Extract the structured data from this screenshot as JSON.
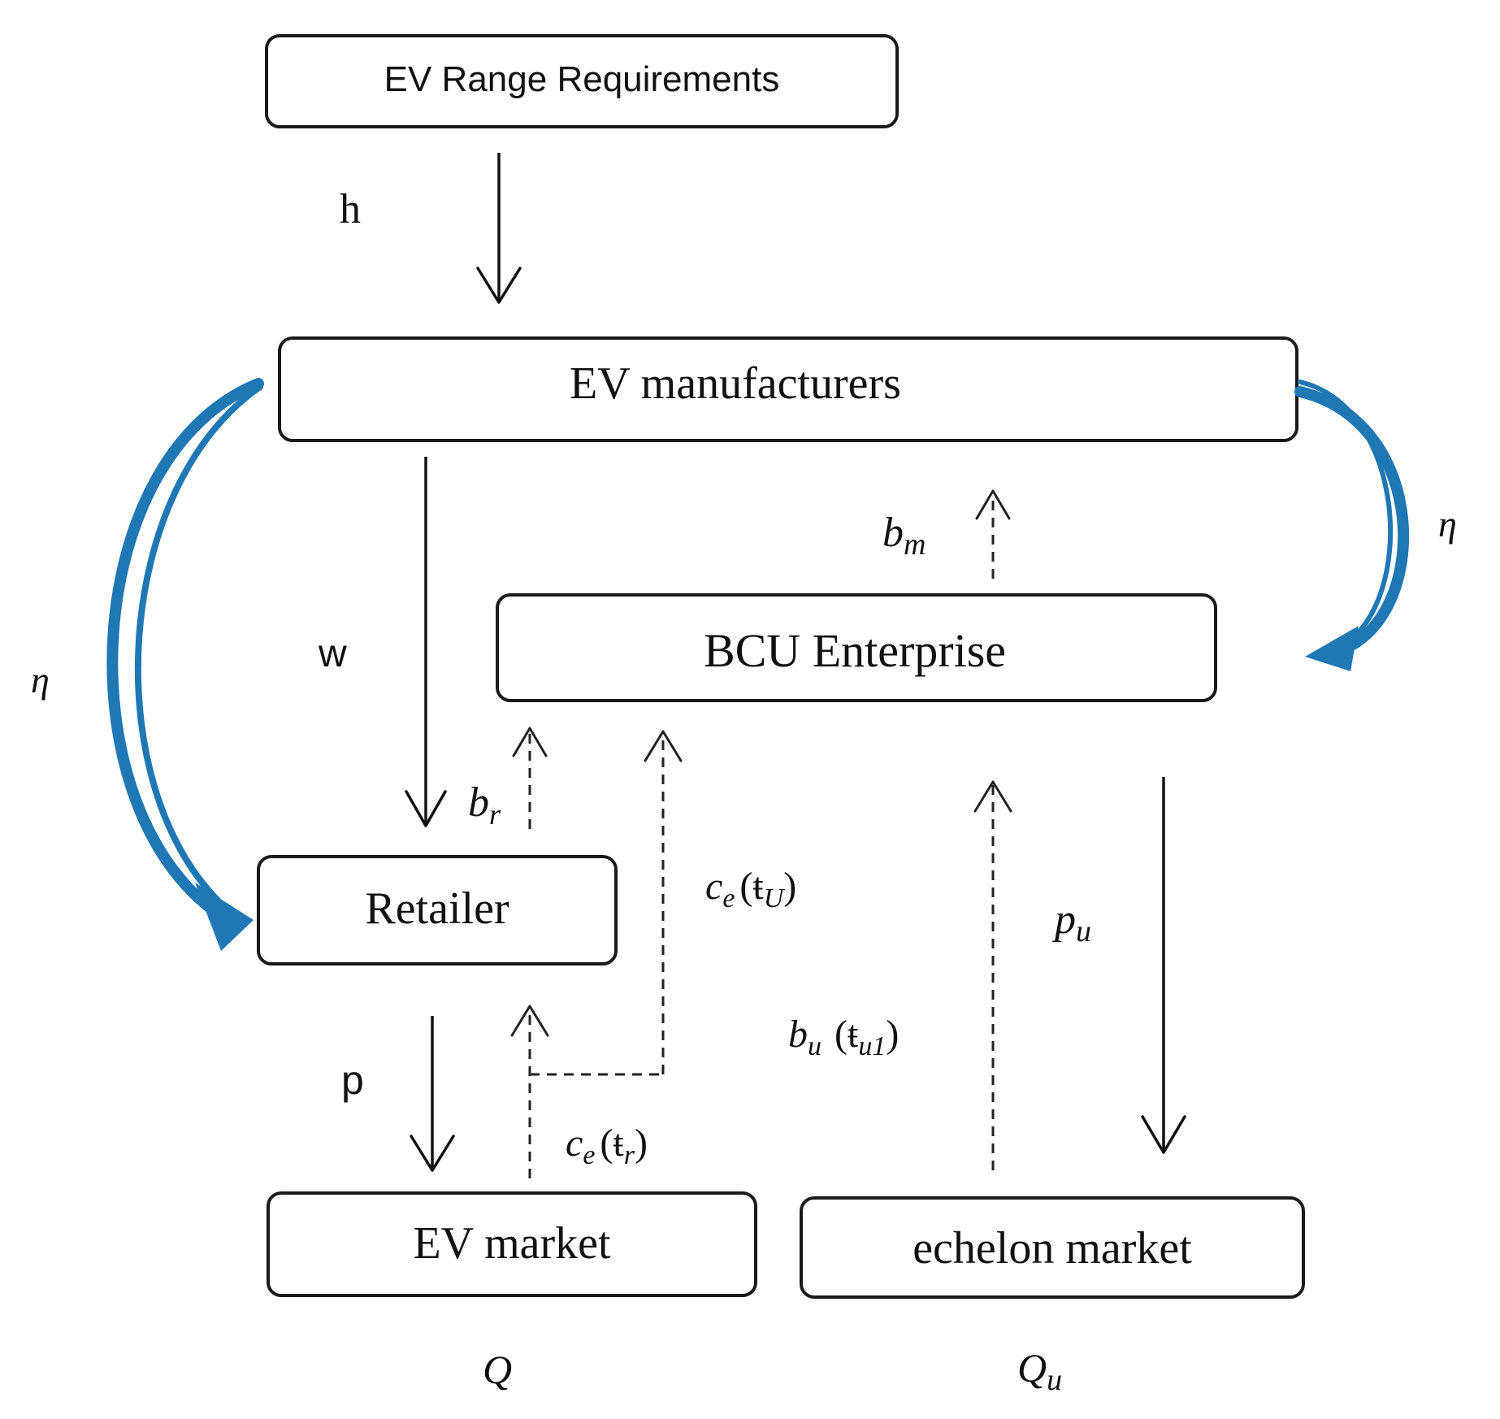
{
  "colors": {
    "flow_arrow": "#1f77b4",
    "box_stroke": "#1a1a1a",
    "text": "#111111"
  },
  "nodes": {
    "ev_range_requirements": "EV Range Requirements",
    "ev_manufacturers": "EV manufacturers",
    "bcu_enterprise": "BCU Enterprise",
    "retailer": "Retailer",
    "ev_market": "EV market",
    "echelon_market": "echelon market"
  },
  "labels": {
    "h": "h",
    "w": "w",
    "p": "p",
    "eta_left": "η",
    "eta_right": "η",
    "b_m": {
      "base": "b",
      "sub": "m"
    },
    "b_r": {
      "base": "b",
      "sub": "r"
    },
    "c_e_tU": {
      "base": "c",
      "sub": "e",
      "arg": "(ŧ",
      "arg_sub": "U",
      "close": ")"
    },
    "c_e_tr": {
      "base": "c",
      "sub": "e",
      "arg": "(ŧ",
      "arg_sub": "r",
      "close": ")"
    },
    "p_u": {
      "base": "p",
      "sub": "u"
    },
    "b_u_tu1": {
      "base": "b",
      "sub": "u",
      "arg": "(ŧ",
      "arg_sub": "u1",
      "close": ")"
    },
    "Q": "Q",
    "Q_u": {
      "base": "Q",
      "sub": "u"
    }
  }
}
